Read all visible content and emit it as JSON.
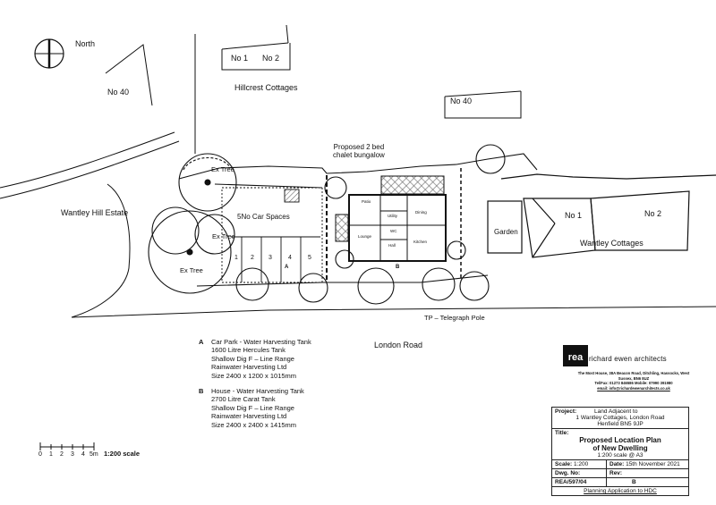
{
  "compass": {
    "label": "North"
  },
  "labels": {
    "no1_top": "No 1",
    "no2_top": "No 2",
    "no40_left": "No 40",
    "no40_right": "No 40",
    "hillcrest": "Hillcrest Cottages",
    "proposed": "Proposed 2 bed\nchalet bungalow",
    "wantley_hill": "Wantley Hill Estate",
    "car_spaces": "5No Car Spaces",
    "ex_tree_1": "Ex Tree",
    "ex_tree_2": "Ex Tree",
    "ex_tree_3": "Ex Tree",
    "garden": "Garden",
    "no1_right": "No 1",
    "no2_right": "No 2",
    "wantley_cottages": "Wantley Cottages",
    "telegraph": "TP – Telegraph Pole",
    "london_road": "London Road",
    "space_1": "1",
    "space_2": "2",
    "space_3": "3",
    "space_4": "4",
    "space_5": "5",
    "room_patio": "Patio",
    "room_utility": "Utility",
    "room_dining": "Dining",
    "room_lounge": "Lounge",
    "room_wc": "WC",
    "room_kitchen": "Kitchen",
    "room_hall": "Hall",
    "note_a": "A",
    "note_b": "B"
  },
  "notes": {
    "a": {
      "title": "Car Park - Water Harvesting Tank",
      "lines": [
        "1600 Litre Hercules Tank",
        "Shallow Dig F – Line Range",
        "Rainwater Harvesting Ltd",
        "Size 2400 x 1200 x 1015mm"
      ]
    },
    "b": {
      "title": "House - Water Harvesting Tank",
      "lines": [
        "2700 Litre Carat Tank",
        "Shallow Dig F – Line Range",
        "Rainwater Harvesting Ltd",
        "Size 2400 x 2400 x 1415mm"
      ]
    }
  },
  "scale_bar": {
    "ticks": [
      "0",
      "1",
      "2",
      "3",
      "4",
      "5m"
    ],
    "label": "1:200 scale"
  },
  "logo": {
    "mark": "rea",
    "name": "richard ewen architects",
    "address": "The Most House, 38A Beacon Road, Ditchling, Hassocks, West Sussex, BN6 8UZ",
    "phone": "Tel/Fax: 01273 846586   Mobile: 07990 391980",
    "email": "email: info@richardewenarchitects.co.uk"
  },
  "title_block": {
    "project_label": "Project:",
    "project_lines": [
      "Land Adjacent to",
      "1 Wantley Cottages, London Road",
      "Henfield BN5 9JP"
    ],
    "title_label": "Title:",
    "title_lines": [
      "Proposed Location Plan",
      "of New Dwelling"
    ],
    "scale_line": "1:200 scale @ A3",
    "scale_label": "Scale:",
    "scale_value": "1:200",
    "date_label": "Date:",
    "date_value": "15th November 2021",
    "dwg_label": "Dwg. No:",
    "dwg_value": "REA/597/04",
    "rev_label": "Rev:",
    "rev_value": "B",
    "status": "Planning Application to HDC"
  },
  "colors": {
    "ink": "#111111",
    "hatch": "#555555"
  }
}
